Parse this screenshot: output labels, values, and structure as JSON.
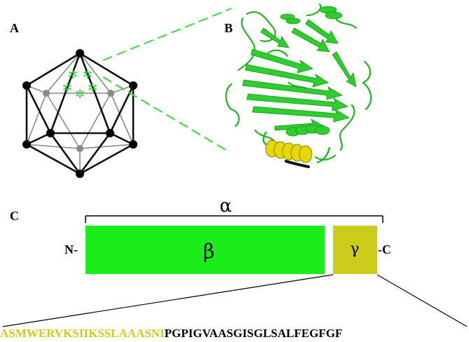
{
  "panels": {
    "a": "A",
    "b": "B",
    "c": "C"
  },
  "icosahedron_marker": "✲",
  "domain_map": {
    "alpha": "α",
    "beta": "β",
    "gamma": "γ",
    "n_terminus": "N-",
    "c_terminus": "-C"
  },
  "sequence": {
    "gamma_part": "ASMWERVKSIIKSSLAAASNI",
    "beta_part": "PGPIGVAASGISGLSALFEGFGF"
  },
  "colors": {
    "beta_domain": "#1aed1a",
    "gamma_domain": "#cccc1a",
    "protein_ribbon": "#2ccf2c",
    "helix": "#e6d800",
    "zoom_lines": "#33dd33",
    "marker": "#33dd33"
  }
}
